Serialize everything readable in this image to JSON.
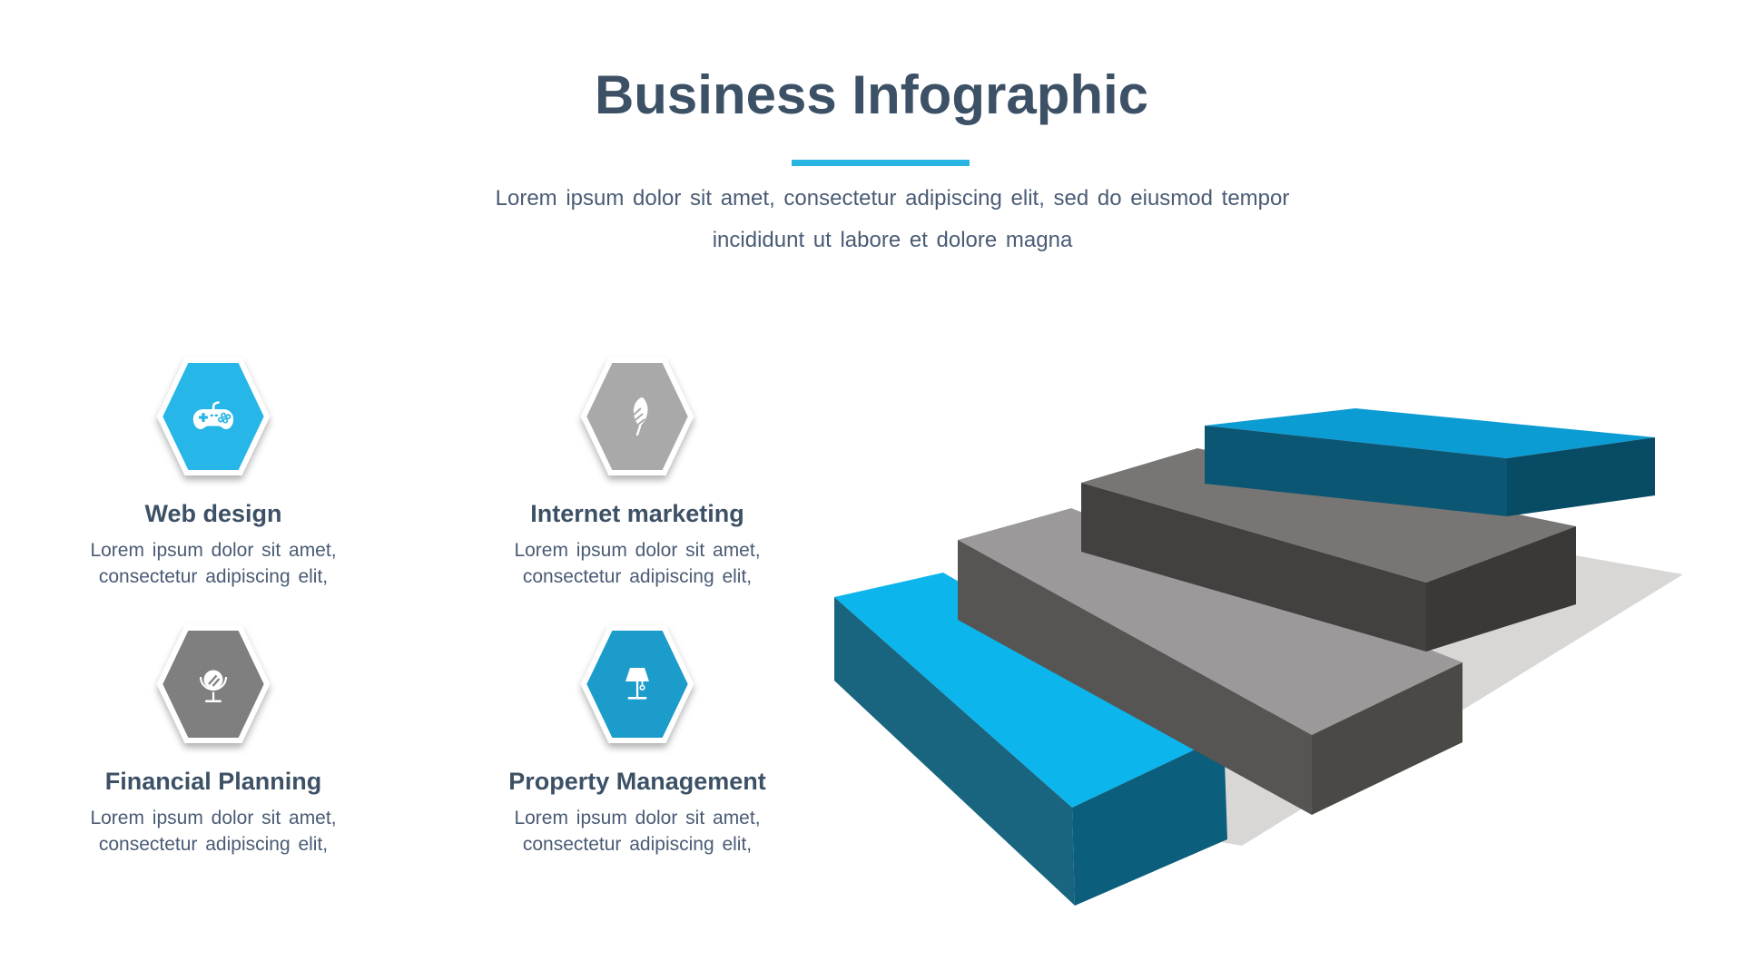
{
  "header": {
    "title": "Business Infographic",
    "subtitle": "Lorem ipsum dolor sit amet, consectetur adipiscing elit, sed do eiusmod tempor\nincididunt ut labore et dolore magna",
    "accent_color": "#29b5e2"
  },
  "items": [
    {
      "name": "Web design",
      "desc": "Lorem ipsum dolor sit amet,\nconsectetur adipiscing elit,",
      "icon": "gamepad-icon",
      "color": "#26b6e7"
    },
    {
      "name": "Internet marketing",
      "desc": "Lorem ipsum dolor sit amet,\nconsectetur adipiscing elit,",
      "icon": "feather-icon",
      "color": "#a9a9a9"
    },
    {
      "name": "Financial Planning",
      "desc": "Lorem ipsum dolor sit amet,\nconsectetur adipiscing elit,",
      "icon": "mirror-icon",
      "color": "#7f7f7f"
    },
    {
      "name": "Property Management",
      "desc": "Lorem ipsum dolor sit amet,\nconsectetur adipiscing elit,",
      "icon": "lamp-icon",
      "color": "#1e9cca"
    }
  ],
  "staircase": {
    "base": "#d8d7d6",
    "step1_top": "#0cb5ec",
    "step1_side": "#19647f",
    "step1_end": "#0b5e7c",
    "step2_top": "#9b9999",
    "step2_front": "#575553",
    "step2_end": "#4b4946",
    "step3_top": "#787674",
    "step3_front": "#434140",
    "step3_end": "#3a3938",
    "step4_top": "#0b9cd3",
    "step4_front": "#0b5673",
    "step4_end": "#084b64"
  }
}
